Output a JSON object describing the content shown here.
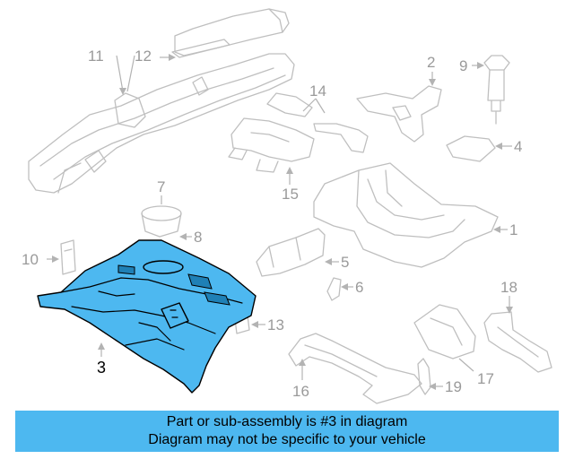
{
  "highlighted_part": "3",
  "callouts": [
    "1",
    "2",
    "3",
    "4",
    "5",
    "6",
    "7",
    "8",
    "9",
    "10",
    "11",
    "12",
    "13",
    "14",
    "15",
    "16",
    "17",
    "18",
    "19"
  ],
  "banner": {
    "line1": "Part or sub-assembly is #3 in diagram",
    "line2": "Diagram may not be specific to your vehicle"
  },
  "colors": {
    "highlight": "#4db8f0",
    "banner": "#4db8f0",
    "parts_outline": "#bfbfbf",
    "callout_text": "#9a9a9a"
  }
}
